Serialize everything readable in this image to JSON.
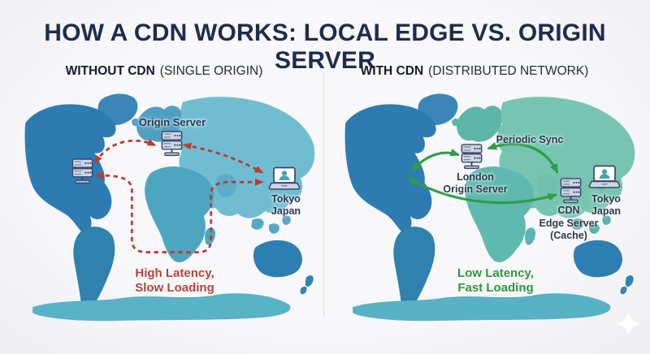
{
  "title": "HOW A CDN WORKS: LOCAL EDGE VS. ORIGIN SERVER",
  "left_panel": {
    "heading": {
      "bold": "WITHOUT CDN",
      "normal": "(SINGLE ORIGIN)"
    },
    "origin_label": "Origin Server",
    "client": {
      "city": "Tokyo",
      "country": "Japan"
    },
    "status": {
      "line1": "High Latency,",
      "line2": "Slow Loading"
    }
  },
  "right_panel": {
    "heading": {
      "bold": "WITH CDN",
      "normal": "(DISTRIBUTED NETWORK)"
    },
    "sync_label": "Periodic Sync",
    "origin": {
      "line1": "London",
      "line2": "Origin Server"
    },
    "edge": {
      "line1": "CDN",
      "line2": "Edge Server",
      "line3": "(Cache)"
    },
    "client": {
      "city": "Tokyo",
      "country": "Japan"
    },
    "status": {
      "line1": "Low Latency,",
      "line2": "Fast Loading"
    }
  },
  "icons": {
    "server_icon": "server-rack",
    "client_icon": "laptop-with-user",
    "sparkle_icon": "four-point-star"
  },
  "colors": {
    "background": "#f6f6f8",
    "title_navy": "#1e2c4e",
    "heading_navy": "#232b3c",
    "label_navy": "#2b3850",
    "red_route": "#c03a30",
    "red_text": "#b5413b",
    "green_route": "#2f9e41",
    "green_text": "#2e9440",
    "map_blue": "#2d7cb1",
    "map_light_blue": "#70bdd2",
    "map_teal": "#4ca6c2",
    "map_green": "#77c5b1",
    "antarctica_teal": "#59b2c6",
    "divider": "#dcdde1",
    "icon_outline": "#39466a",
    "icon_body": "#cfd5e4",
    "person_teal": "#47a1b1"
  }
}
